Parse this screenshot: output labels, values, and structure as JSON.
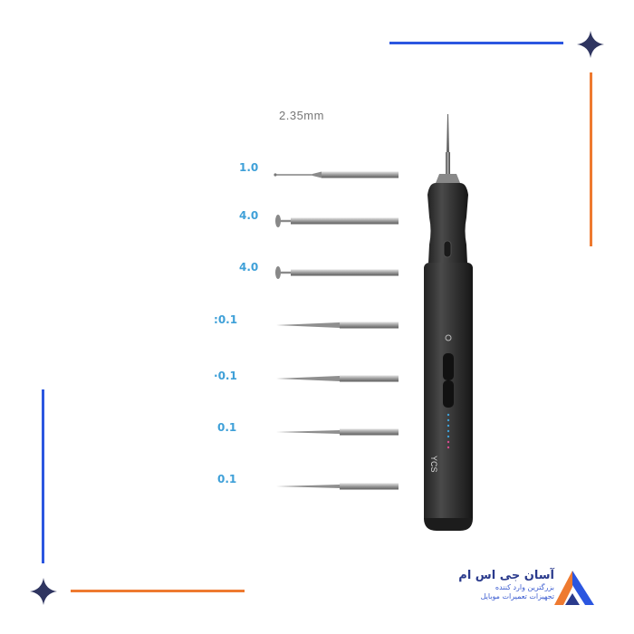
{
  "top_size_label": "2.35mm",
  "bits": [
    {
      "label": "1.0",
      "type": "ball"
    },
    {
      "label": "4.0",
      "type": "disc"
    },
    {
      "label": "4.0",
      "type": "disc"
    },
    {
      "label": "0.1:",
      "type": "needle"
    },
    {
      "label": "0.1·",
      "type": "needle"
    },
    {
      "label": "0.1",
      "type": "needle"
    },
    {
      "label": "0.1",
      "type": "needle"
    }
  ],
  "device": {
    "model_text": "YCS"
  },
  "brand": {
    "name": "آسان جی اس ام",
    "tagline_1": "بزرگترین وارد کننده",
    "tagline_2": "تجهیزات تعمیرات موبایل"
  },
  "colors": {
    "blue": "#2b56e0",
    "orange": "#ee7a30",
    "star": "#2f3560",
    "label": "#3fa0d8"
  }
}
